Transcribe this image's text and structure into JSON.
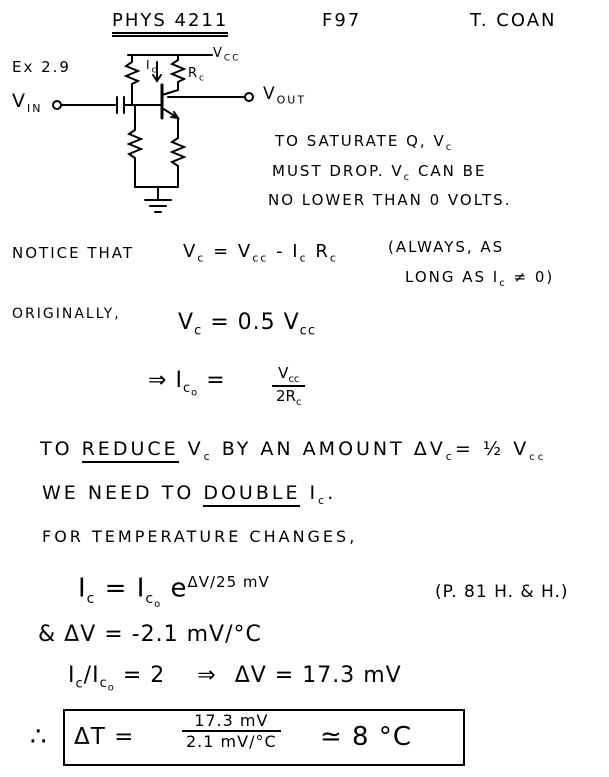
{
  "header": {
    "course": "PHYS 4211",
    "term": "F97",
    "author": "T. COAN"
  },
  "example": {
    "label": "Ex 2.9",
    "vin": "V",
    "vin_sub": "IN",
    "vout": "V",
    "vout_sub": "OUT",
    "vcc": "V",
    "vcc_sub": "CC",
    "ic": "I",
    "ic_sub": "c",
    "rc": "R",
    "rc_sub": "c"
  },
  "saturate_note": {
    "line1": "TO SATURATE Q, V",
    "line1_sub": "c",
    "line2": "MUST DROP. V",
    "line2_sub": "c",
    "line2_end": " CAN BE",
    "line3": "NO LOWER THAN 0 VOLTS."
  },
  "notice": {
    "lead": "NOTICE THAT",
    "eq": "V",
    "eq_sub": "c",
    "eq_mid": " = V",
    "eq_sub2": "cc",
    "eq_end": " - I",
    "eq_sub3": "c",
    "eq_end2": " R",
    "eq_sub4": "c",
    "aside1": "(ALWAYS, AS",
    "aside2": "LONG AS I",
    "aside2_sub": "c",
    "aside2_end": " ≠ 0)"
  },
  "originally": {
    "lead": "ORIGINALLY,",
    "eq": "V",
    "eq_sub": "c",
    "eq_end": " = 0.5 V",
    "eq_sub2": "cc"
  },
  "ico": {
    "arrow": "⇒",
    "lhs": "I",
    "lhs_sub": "c",
    "lhs_subsub": "o",
    "eq": "=",
    "num": "V",
    "num_sub": "cc",
    "den": "2R",
    "den_sub": "c"
  },
  "reduce": {
    "line1_a": "TO",
    "line1_b": "REDUCE",
    "line1_c": "V",
    "line1_c_sub": "c",
    "line1_d": "BY AN AMOUNT ΔV",
    "line1_d_sub": "c",
    "line1_e": "= ½ V",
    "line1_e_sub": "cc",
    "line2_a": "WE NEED TO",
    "line2_b": "DOUBLE",
    "line2_c": "I",
    "line2_c_sub": "c",
    "line2_end": ".",
    "line3": "FOR TEMPERATURE CHANGES,"
  },
  "temp_eq": {
    "lhs": "I",
    "lhs_sub": "c",
    "eq": "= I",
    "rhs_sub": "c",
    "rhs_subsub": "o",
    "exp_base": "e",
    "exp": "ΔV/25 mV",
    "ref": "(P. 81 H. & H.)"
  },
  "delta_v": {
    "lead": "&",
    "eq": "ΔV = -2.1 mV/°C"
  },
  "ratio": {
    "lhs": "I",
    "lhs_sub": "c",
    "slash": "/I",
    "lhs_sub2": "c",
    "lhs_subsub2": "o",
    "eq": "= 2",
    "arrow": "⇒",
    "rhs": "ΔV = 17.3 mV"
  },
  "result": {
    "therefore": "∴",
    "lhs": "ΔT =",
    "num": "17.3 mV",
    "den": "2.1 mV/°C",
    "approx": "≃ 8 °C"
  }
}
